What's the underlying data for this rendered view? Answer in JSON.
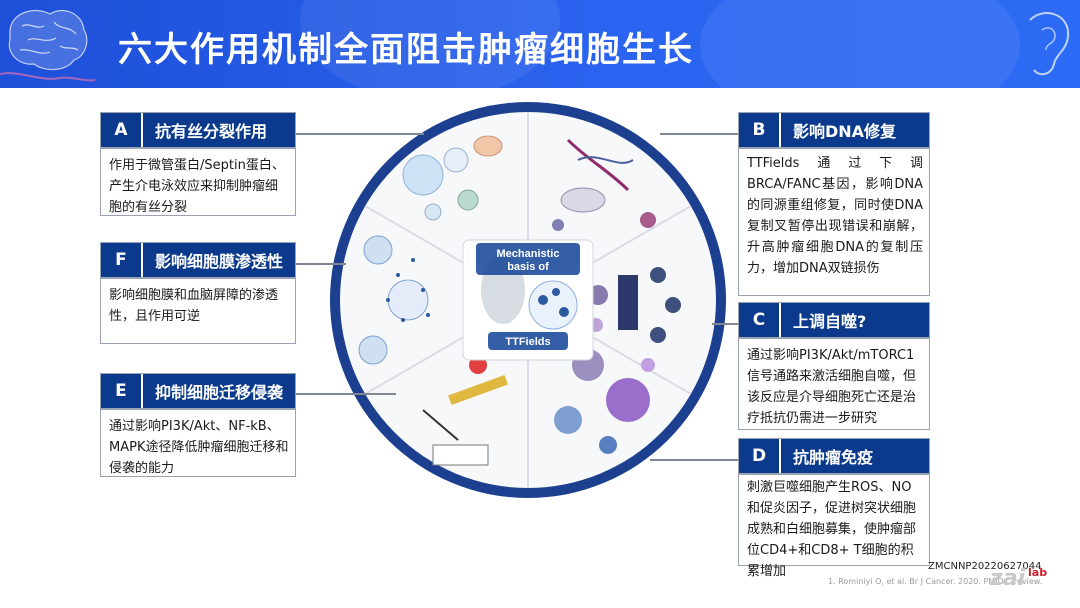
{
  "header": {
    "title": "六大作用机制全面阻击肿瘤细胞生长",
    "bg_color": "#2258e6"
  },
  "center": {
    "label_line1": "Mechanistic",
    "label_line2": "basis of",
    "label_line3": "TTFields",
    "ring_color": "#1c3f8f"
  },
  "callouts": {
    "a": {
      "letter": "A",
      "title": "抗有丝分裂作用",
      "body": "作用于微管蛋白/Septin蛋白、产生介电泳效应来抑制肿瘤细胞的有丝分裂"
    },
    "f": {
      "letter": "F",
      "title": "影响细胞膜渗透性",
      "body": "影响细胞膜和血脑屏障的渗透性，且作用可逆"
    },
    "e": {
      "letter": "E",
      "title": "抑制细胞迁移侵袭",
      "body": "通过影响PI3K/Akt、NF-kB、MAPK途径降低肿瘤细胞迁移和侵袭的能力"
    },
    "b": {
      "letter": "B",
      "title": "影响DNA修复",
      "body": "TTFields通过下调BRCA/FANC基因，影响DNA的同源重组修复，同时使DNA复制叉暂停出现错误和崩解，升高肿瘤细胞DNA的复制压力，增加DNA双链损伤"
    },
    "c": {
      "letter": "C",
      "title": "上调自噬?",
      "body": "通过影响PI3K/Akt/mTORC1信号通路来激活细胞自噬，但该反应是介导细胞死亡还是治疗抵抗仍需进一步研究"
    },
    "d": {
      "letter": "D",
      "title": "抗肿瘤免疫",
      "body": "刺激巨噬细胞产生ROS、NO和促炎因子，促进树突状细胞成熟和白细胞募集，使肿瘤部位CD4+和CD8+ T细胞的积累增加"
    }
  },
  "footer": {
    "code": "ZMCNNP20220627044",
    "reference": "1. Rominiyi O, et al. Br J Cancer. 2020. PMID... review.",
    "logo_text": "zai",
    "logo_sub": "lab"
  },
  "accent_colors": {
    "callout_header": "#0b3a8c",
    "connector": "#7f8794"
  }
}
